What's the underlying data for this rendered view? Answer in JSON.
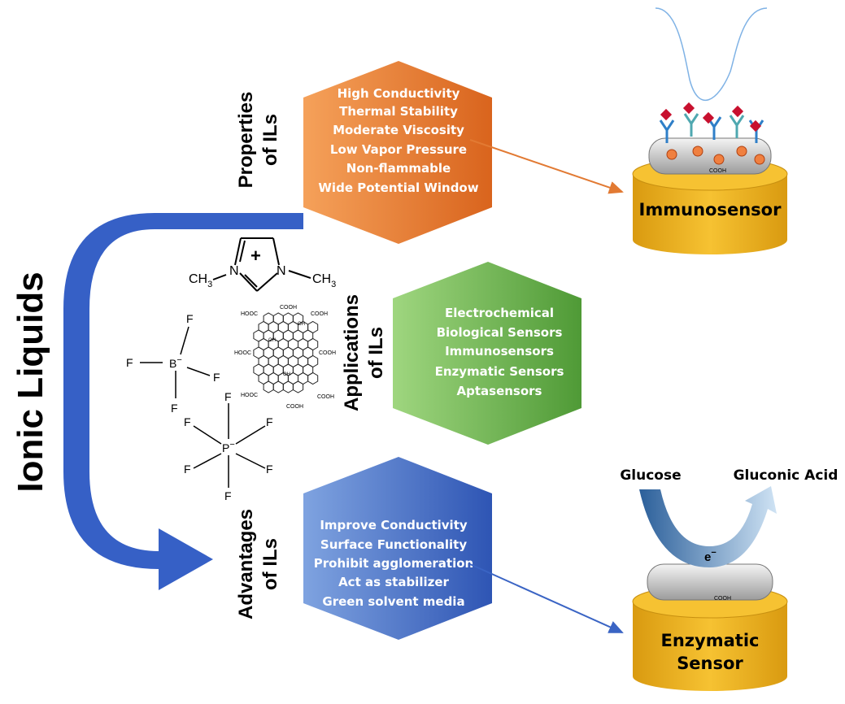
{
  "main_title": "Ionic Liquids",
  "sections": {
    "properties": {
      "label_line1": "Properties",
      "label_line2": "of ILs",
      "items": [
        "High Conductivity",
        "Thermal Stability",
        "Moderate Viscosity",
        "Low Vapor Pressure",
        "Non-flammable",
        "Wide Potential Window"
      ],
      "color_light": "#f5a15a",
      "color_dark": "#d9641d"
    },
    "applications": {
      "label_line1": "Applications",
      "label_line2": "of ILs",
      "items": [
        "Electrochemical",
        "Biological Sensors",
        "Immunosensors",
        "Enzymatic Sensors",
        "Aptasensors"
      ],
      "color_light": "#9fd67f",
      "color_dark": "#4f9a36"
    },
    "advantages": {
      "label_line1": "Advantages",
      "label_line2": "of ILs",
      "items": [
        "Improve Conductivity",
        "Surface Functionality",
        "Prohibit agglomeration",
        "Act as stabilizer",
        "Green solvent media"
      ],
      "color_light": "#7fa3e0",
      "color_dark": "#2e55b4"
    }
  },
  "chemistry": {
    "cation_plus": "+",
    "cation_n_left": "N",
    "cation_n_right": "N",
    "ch3_left": "CH",
    "ch3_right": "CH",
    "sub3": "3",
    "bf4_center": "B",
    "pf6_center": "P",
    "minus": "−",
    "fluorine": "F",
    "cooh": "COOH",
    "hooc": "HOOC",
    "oh": "OH"
  },
  "sensors": {
    "immunosensor_label": "Immunosensor",
    "enzymatic_label_line1": "Enzymatic",
    "enzymatic_label_line2": "Sensor",
    "glucose": "Glucose",
    "gluconic_acid": "Gluconic Acid",
    "electron": "e",
    "cooh_tag": "COOH",
    "cylinder_color": "#f2b620"
  }
}
